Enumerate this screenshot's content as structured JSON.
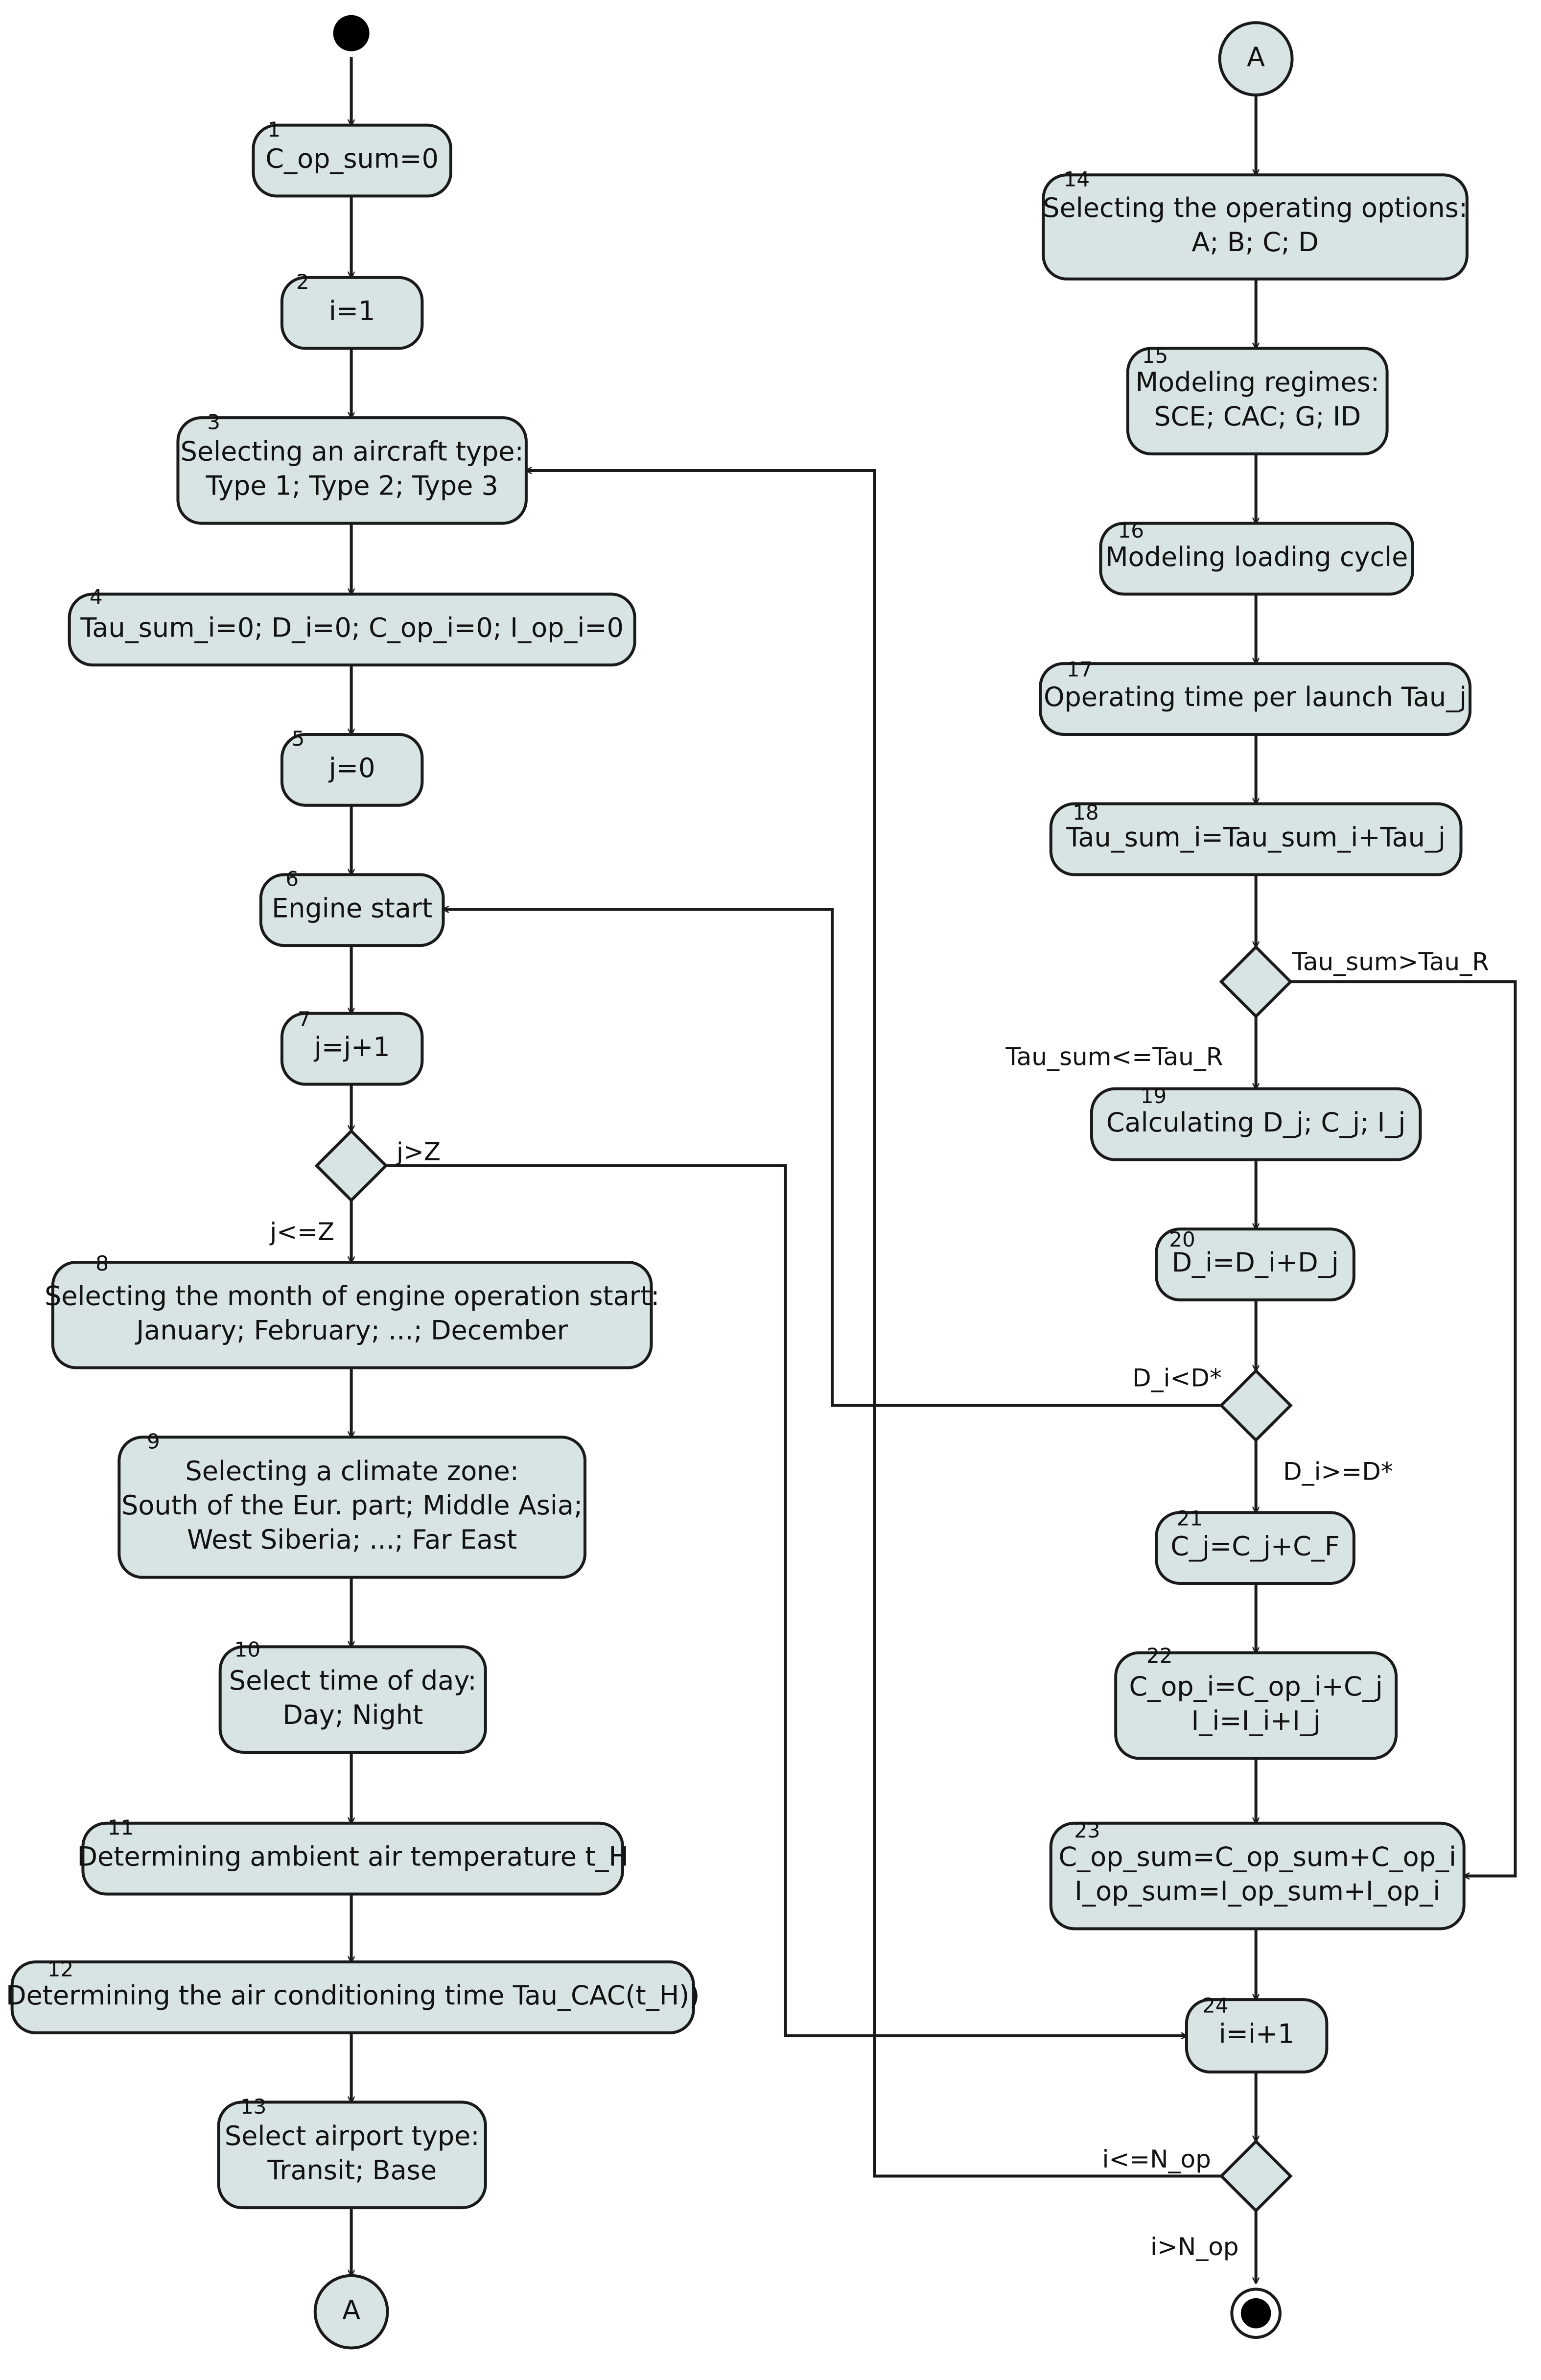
{
  "nodes": [
    {
      "id": "n1",
      "num": "1",
      "lines": [
        "C_op_sum=0"
      ]
    },
    {
      "id": "n2",
      "num": "2",
      "lines": [
        "i=1"
      ]
    },
    {
      "id": "n3",
      "num": "3",
      "lines": [
        "Selecting an aircraft type:",
        "Type 1; Type 2; Type 3"
      ]
    },
    {
      "id": "n4",
      "num": "4",
      "lines": [
        "Tau_sum_i=0; D_i=0; C_op_i=0; I_op_i=0"
      ]
    },
    {
      "id": "n5",
      "num": "5",
      "lines": [
        "j=0"
      ]
    },
    {
      "id": "n6",
      "num": "6",
      "lines": [
        "Engine start"
      ]
    },
    {
      "id": "n7",
      "num": "7",
      "lines": [
        "j=j+1"
      ]
    },
    {
      "id": "n8",
      "num": "8",
      "lines": [
        "Selecting the month of engine operation start:",
        "January; February; ...; December"
      ]
    },
    {
      "id": "n9",
      "num": "9",
      "lines": [
        "Selecting a climate zone:",
        "South of the Eur. part; Middle Asia;",
        "West Siberia; ...; Far East"
      ]
    },
    {
      "id": "n10",
      "num": "10",
      "lines": [
        "Select time of day:",
        "Day; Night"
      ]
    },
    {
      "id": "n11",
      "num": "11",
      "lines": [
        "Determining ambient air temperature t_H"
      ]
    },
    {
      "id": "n12",
      "num": "12",
      "lines": [
        "Determining the air conditioning time Tau_CAC(t_H))"
      ]
    },
    {
      "id": "n13",
      "num": "13",
      "lines": [
        "Select airport type:",
        "Transit; Base"
      ]
    },
    {
      "id": "n14",
      "num": "14",
      "lines": [
        "Selecting the operating options:",
        "A; B; C; D"
      ]
    },
    {
      "id": "n15",
      "num": "15",
      "lines": [
        "Modeling regimes:",
        "SCE; CAC; G; ID"
      ]
    },
    {
      "id": "n16",
      "num": "16",
      "lines": [
        "Modeling loading cycle"
      ]
    },
    {
      "id": "n17",
      "num": "17",
      "lines": [
        "Operating time per launch Tau_j"
      ]
    },
    {
      "id": "n18",
      "num": "18",
      "lines": [
        "Tau_sum_i=Tau_sum_i+Tau_j"
      ]
    },
    {
      "id": "n19",
      "num": "19",
      "lines": [
        "Calculating D_j; C_j; I_j"
      ]
    },
    {
      "id": "n20",
      "num": "20",
      "lines": [
        "D_i=D_i+D_j"
      ]
    },
    {
      "id": "n21",
      "num": "21",
      "lines": [
        "C_j=C_j+C_F"
      ]
    },
    {
      "id": "n22",
      "num": "22",
      "lines": [
        "C_op_i=C_op_i+C_j",
        "I_i=I_i+I_j"
      ]
    },
    {
      "id": "n23",
      "num": "23",
      "lines": [
        "C_op_sum=C_op_sum+C_op_i",
        "I_op_sum=I_op_sum+I_op_i"
      ]
    },
    {
      "id": "n24",
      "num": "24",
      "lines": [
        "i=i+1"
      ]
    }
  ],
  "connectors": [
    {
      "id": "connA_bottom",
      "label": "A"
    },
    {
      "id": "connA_top",
      "label": "A"
    }
  ],
  "guards": [
    {
      "id": "g_jgtZ",
      "text": "j>Z"
    },
    {
      "id": "g_jleZ",
      "text": "j<=Z"
    },
    {
      "id": "g_taugt",
      "text": "Tau_sum>Tau_R"
    },
    {
      "id": "g_taule",
      "text": "Tau_sum<=Tau_R"
    },
    {
      "id": "g_dlt",
      "text": "D_i<D*"
    },
    {
      "id": "g_dge",
      "text": "D_i>=D*"
    },
    {
      "id": "g_ile",
      "text": "i<=N_op"
    },
    {
      "id": "g_igt",
      "text": "i>N_op"
    }
  ],
  "colors": {
    "node_fill": "#d8e4e4",
    "stroke": "#1a1a1a"
  }
}
